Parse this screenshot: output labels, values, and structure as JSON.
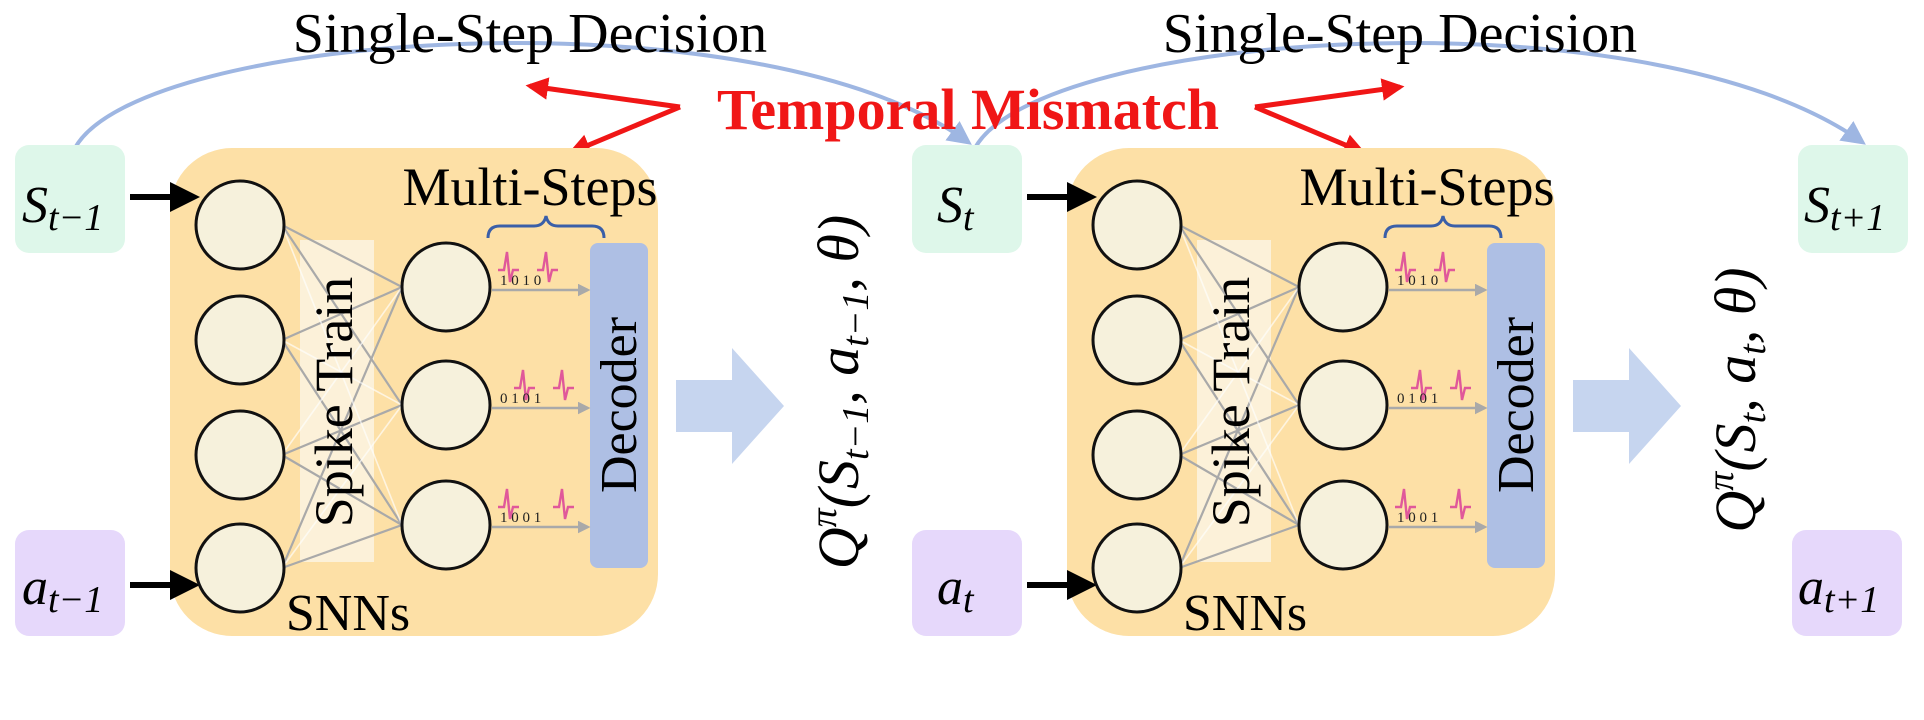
{
  "panels": [
    {
      "decision_label": "Single-Step Decision",
      "state": {
        "base": "S",
        "sub": "t−1"
      },
      "action": {
        "base": "a",
        "sub": "t−1"
      },
      "network": {
        "multi_steps_label": "Multi-Steps",
        "spike_train_label": "Spike Train",
        "decoder_label": "Decoder",
        "snn_label": "SNNs",
        "spike_codes": [
          "1 0 1 0",
          "0 1 0 1",
          "1 0 0 1"
        ]
      },
      "q_value": {
        "Q": "Q",
        "pi": "π",
        "args": "(S",
        "s_sub": "t−1",
        "comma1": ", a",
        "a_sub": "t−1",
        "theta": ", θ)"
      }
    },
    {
      "decision_label": "Single-Step Decision",
      "state": {
        "base": "S",
        "sub": "t"
      },
      "action": {
        "base": "a",
        "sub": "t"
      },
      "network": {
        "multi_steps_label": "Multi-Steps",
        "spike_train_label": "Spike Train",
        "decoder_label": "Decoder",
        "snn_label": "SNNs",
        "spike_codes": [
          "1 0 1 0",
          "0 1 0 1",
          "1 0 0 1"
        ]
      },
      "q_value": {
        "Q": "Q",
        "pi": "π",
        "args": "(S",
        "s_sub": "t",
        "comma1": ", a",
        "a_sub": "t",
        "theta": ", θ)"
      }
    }
  ],
  "next_state": {
    "base": "S",
    "sub": "t+1"
  },
  "next_action": {
    "base": "a",
    "sub": "t+1"
  },
  "mismatch_label": "Temporal Mismatch",
  "colors": {
    "state_box": "#def7ea",
    "action_box": "#e6d8fb",
    "network_bg": "#fde0a6",
    "spike_train_bg": "#fcf1d9",
    "decoder": "#aebfe4",
    "big_arrow": "#c6d5ef",
    "curve_arrow": "#9eb6e2",
    "mismatch": "#f01616",
    "spike": "#e0589a"
  }
}
